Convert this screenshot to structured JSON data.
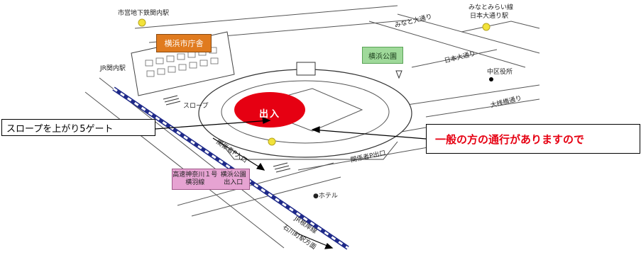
{
  "labels": {
    "subway_station": "市営地下鉄関内駅",
    "minatomirai_line": "みなとみらい線",
    "nihon_odori_station": "日本大通り駅",
    "minato_odori": "みなと大通り",
    "nihon_odori": "日本大通り",
    "city_hall": "横浜市庁舎",
    "yokohama_park": "横浜公園",
    "jr_kannai": "JR関内駅",
    "naka_ward_office": "中区役所",
    "osanbashi_street": "大桟橋通り",
    "slope": "スロープ",
    "staff_parking_entrance": "関係者P入口",
    "staff_parking_exit": "関係者P出口",
    "expressway_line1": "高速神奈川１号横羽線",
    "expressway_line2": "横浜公園出入口",
    "hotel": "●ホテル",
    "jr_negishi_line": "JR根岸線",
    "to_ishikawacho": "石川町駅方面",
    "entrance": "出入"
  },
  "callouts": {
    "slope_gate": "スロープを上がり5ゲート",
    "general_traffic": "一般の方の通行がありますので"
  },
  "colors": {
    "city_hall_fill": "#e07b1f",
    "park_fill": "#9fd99a",
    "expressway_fill": "#e6a3d2",
    "entrance_fill": "#e60012",
    "station_dot": "#f2e23a",
    "railway": "#1f2a8a",
    "notice_text": "#e60012"
  }
}
